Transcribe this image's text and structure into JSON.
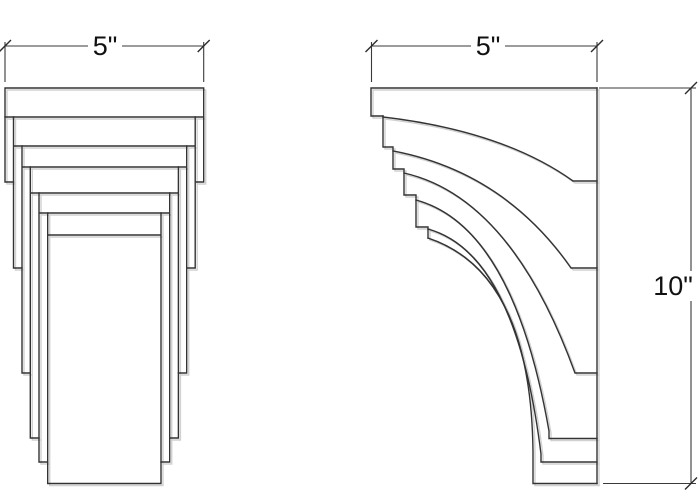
{
  "drawing": {
    "background_color": "#ffffff",
    "line_color": "#333333",
    "dimension_line_color": "#3a3a3a",
    "text_color": "#111111",
    "front_view": {
      "width_dimension_label": "5\""
    },
    "side_view": {
      "width_dimension_label": "5\"",
      "height_dimension_label": "10\""
    }
  }
}
